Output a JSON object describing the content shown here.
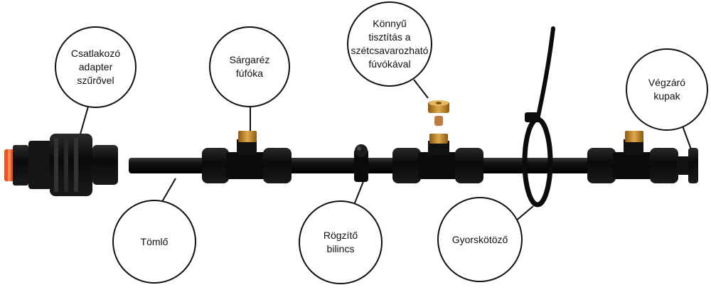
{
  "callouts": {
    "adapter": "Csatlakozó\nadapter\nszűrővel",
    "brass_nozzle": "Sárgaréz\nfúfóka",
    "easy_clean": "Könnyű\ntisztítás a\nszétcsavarozható\nfúvókával",
    "end_cap": "Végzáró\nkupak",
    "hose": "Tömlő",
    "clamp": "Rögzítő\nbilincs",
    "cable_tie": "Gyorskötöző"
  },
  "colors": {
    "pipe": "#0d0d0d",
    "brass": "#c8902e",
    "orange_ring": "#e8541e",
    "outline": "#111111"
  }
}
